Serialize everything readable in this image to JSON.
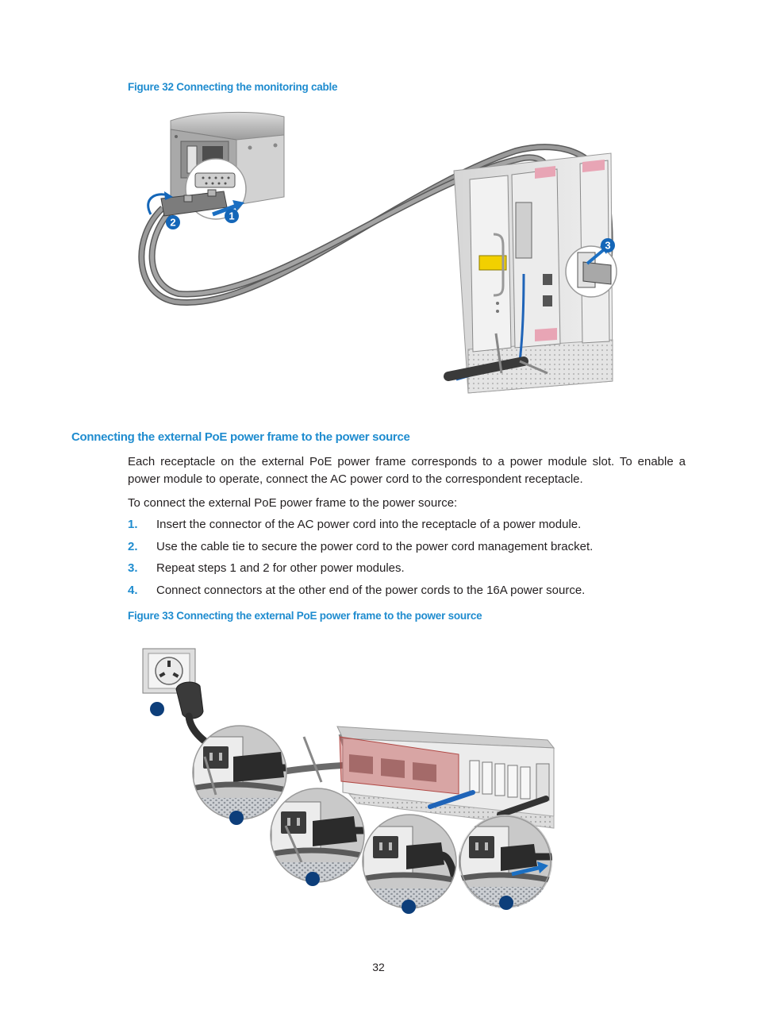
{
  "figure32": {
    "caption": "Figure 32 Connecting the monitoring cable",
    "callout_1": "1",
    "callout_2": "2",
    "callout_3": "3"
  },
  "section": {
    "heading": "Connecting the external PoE power frame to the power source",
    "paragraph_lines": [
      "Each receptacle on the external PoE power frame corresponds to a power module slot. To enable a",
      "power module to operate, connect the AC power cord to the correspondent receptacle."
    ],
    "intro": "To connect the external PoE power frame to the power source:",
    "steps": [
      {
        "number": "1.",
        "text": "Insert the connector of the AC power cord into the receptacle of a power module."
      },
      {
        "number": "2.",
        "text": "Use the cable tie to secure the power cord to the power cord management bracket."
      },
      {
        "number": "3.",
        "text": "Repeat steps 1 and 2 for other power modules."
      },
      {
        "number": "4.",
        "text": "Connect connectors at the other end of the power cords to the 16A power source."
      }
    ]
  },
  "figure33": {
    "caption": "Figure 33 Connecting the external PoE power frame to the power source"
  },
  "page_number": "32",
  "colors": {
    "accent": "#1f8ccf",
    "callout_fig32": "#1466b8",
    "callout_fig33": "#0d3e7a",
    "arrow": "#1b6fc2",
    "highlight": "#c0504d"
  }
}
